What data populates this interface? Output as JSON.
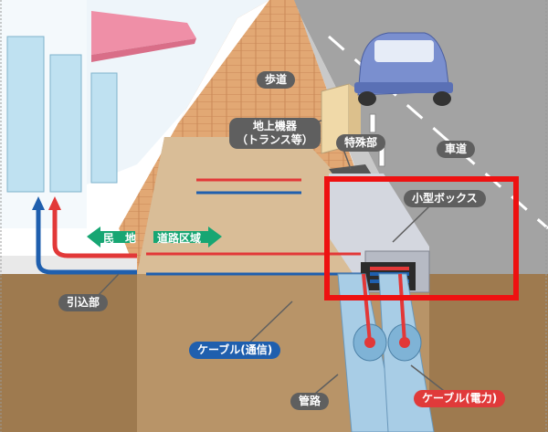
{
  "labels": {
    "sidewalk": "歩道",
    "ground_equipment_line1": "地上機器",
    "ground_equipment_line2": "（トランス等）",
    "special_section": "特殊部",
    "roadway": "車道",
    "small_box": "小型ボックス",
    "private_land": "民　地",
    "road_area": "道路区域",
    "service_entry": "引込部",
    "cable_communication": "ケーブル(通信)",
    "conduit": "管路",
    "cable_power": "ケーブル(電力)"
  },
  "colors": {
    "highlight_frame": "#ee1111",
    "power_line": "#e23838",
    "comm_line": "#1f5fae",
    "boundary_arrow": "#17a673",
    "label_bg": "#5f5f5f"
  }
}
